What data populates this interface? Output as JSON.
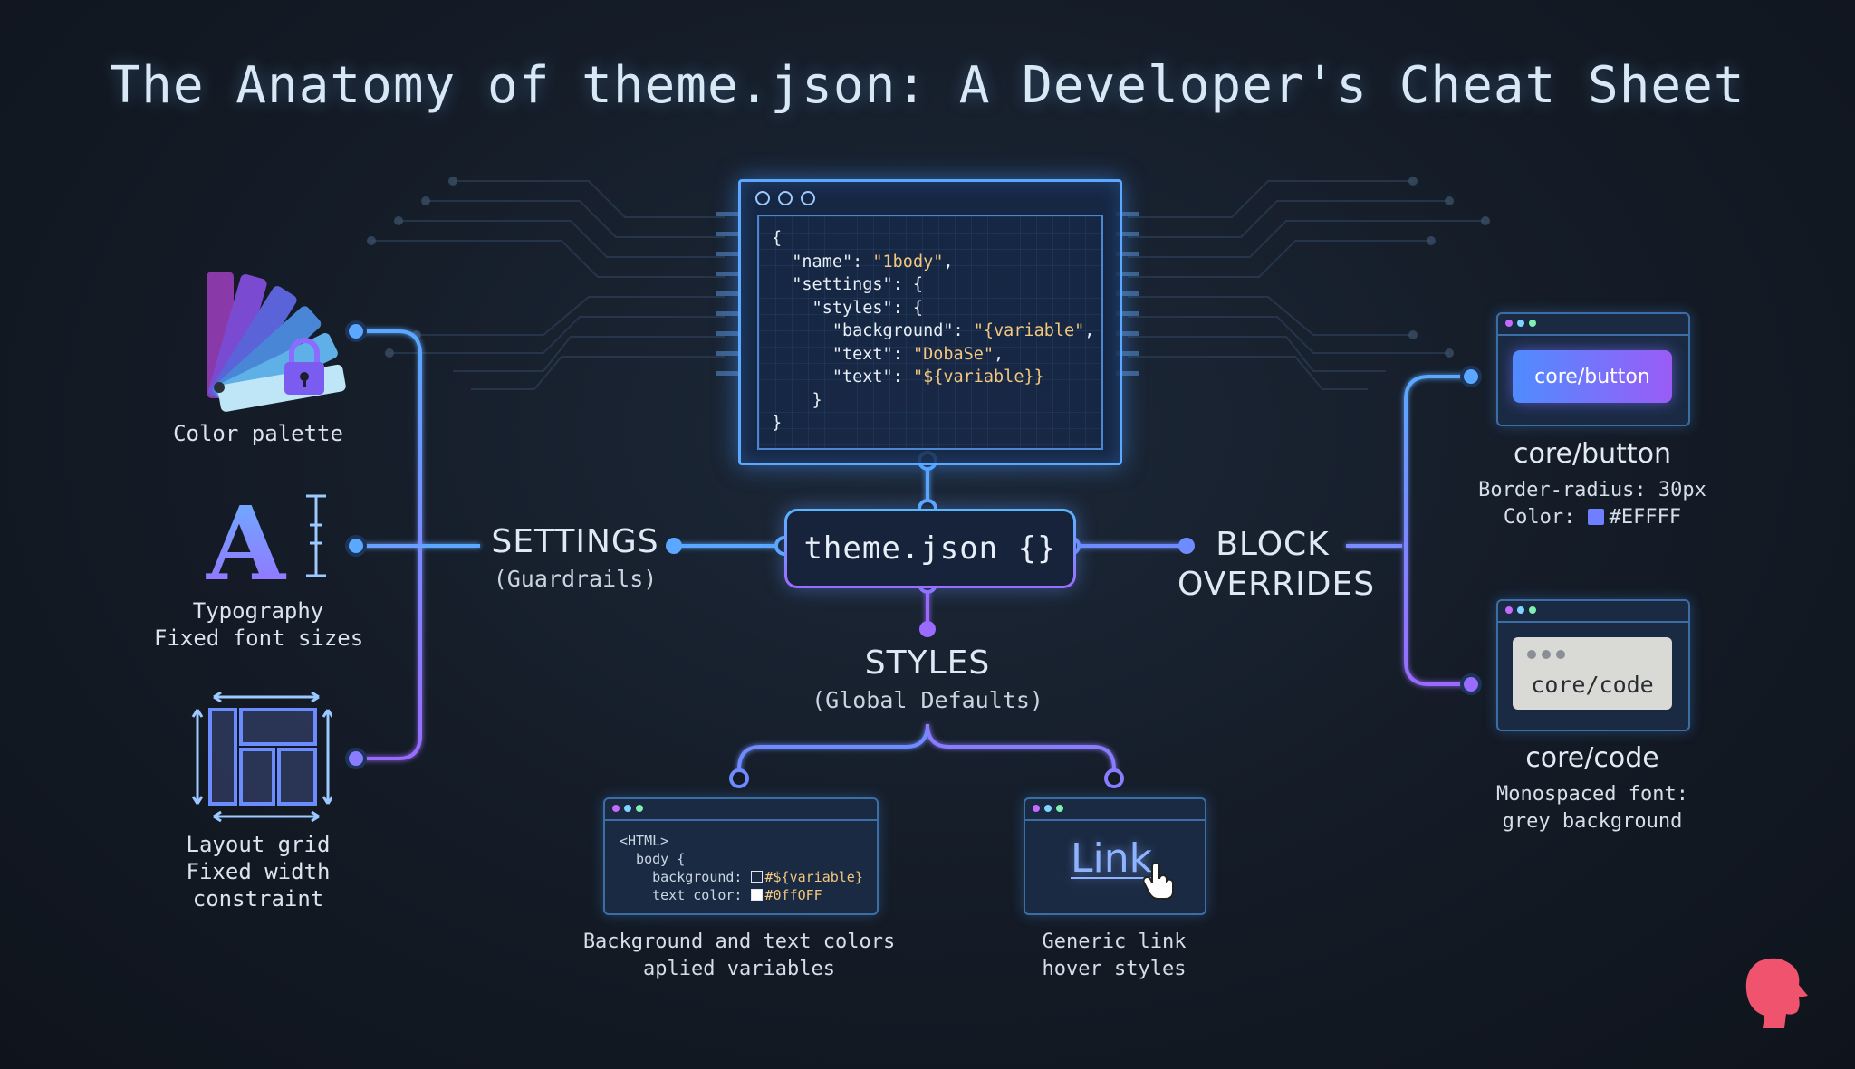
{
  "title": "The Anatomy of theme.json: A Developer's Cheat Sheet",
  "code_panel": {
    "lines": [
      [
        [
          "{",
          "p"
        ]
      ],
      [
        [
          "  \"name\": ",
          "p"
        ],
        [
          "\"1body\"",
          "s"
        ],
        [
          ",",
          "p"
        ]
      ],
      [
        [
          "  \"settings\": {",
          "p"
        ]
      ],
      [
        [
          "    \"styles\": {",
          "p"
        ]
      ],
      [
        [
          "      \"background\": ",
          "p"
        ],
        [
          "\"{variable\"",
          "s"
        ],
        [
          ",",
          "p"
        ]
      ],
      [
        [
          "      \"text\": ",
          "p"
        ],
        [
          "\"DobaSe\"",
          "s"
        ],
        [
          ",",
          "p"
        ]
      ],
      [
        [
          "      \"text\": ",
          "p"
        ],
        [
          "\"${variable}}",
          "s"
        ]
      ],
      [
        [
          "    }",
          "p"
        ]
      ],
      [
        [
          "}",
          "p"
        ]
      ]
    ]
  },
  "hub": {
    "label": "theme.json {}"
  },
  "settings": {
    "label": "SETTINGS",
    "sub": "(Guardrails)",
    "items": [
      {
        "lines": [
          "Color palette"
        ],
        "icon": "color-palette-icon"
      },
      {
        "lines": [
          "Typography",
          "Fixed font sizes"
        ],
        "icon": "typography-icon"
      },
      {
        "lines": [
          "Layout grid",
          "Fixed width",
          "constraint"
        ],
        "icon": "layout-grid-icon"
      }
    ]
  },
  "styles": {
    "label": "STYLES",
    "sub": "(Global Defaults)",
    "html_card": {
      "line1": "<HTML>",
      "line2": "  body {",
      "bg_label": "    background: ",
      "bg_value": "#${variable}",
      "text_label": "    text color: ",
      "text_value": "#0ffOFF"
    },
    "html_caption": [
      "Background and text colors",
      "aplied variables"
    ],
    "link_card": {
      "text": "Link"
    },
    "link_caption": [
      "Generic link",
      "hover styles"
    ]
  },
  "block_overrides": {
    "label_line1": "BLOCK",
    "label_line2": "OVERRIDES",
    "button_card": {
      "button_text": "core/button",
      "name": "core/button",
      "detail1": "Border-radius: 30px",
      "detail2_label": "Color:",
      "detail2_value": "#EFFFF"
    },
    "code_card": {
      "box_text": "core/code",
      "name": "core/code",
      "detail1": "Monospaced font:",
      "detail2": "grey background"
    }
  },
  "colors": {
    "background": "#141b26",
    "blue_wire": "#5aa8ff",
    "purple_wire": "#9a6bff",
    "code_string": "#f2c77e",
    "logo": "#f0536d"
  }
}
